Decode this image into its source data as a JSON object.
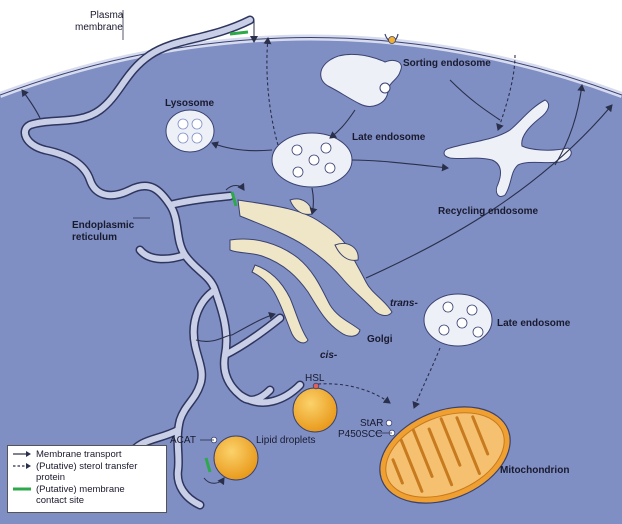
{
  "labels": {
    "plasma_membrane_1": "Plasma",
    "plasma_membrane_2": "membrane",
    "sorting_endosome": "Sorting endosome",
    "lysosome": "Lysosome",
    "late_endosome_top": "Late endosome",
    "recycling_endosome": "Recycling endosome",
    "er_1": "Endoplasmic",
    "er_2": "reticulum",
    "trans": "trans-",
    "golgi": "Golgi",
    "cis": "cis-",
    "late_endosome_bottom": "Late endosome",
    "hsl": "HSL",
    "star": "StAR",
    "p450scc": "P450SCC",
    "acat": "ACAT",
    "lipid_droplets": "Lipid droplets",
    "mitochondrion": "Mitochondrion"
  },
  "legend": {
    "membrane_transport": "Membrane transport",
    "sterol_transfer_1": "(Putative) sterol transfer",
    "sterol_transfer_2": "protein",
    "contact_site_1": "(Putative) membrane",
    "contact_site_2": "contact site"
  },
  "colors": {
    "cytoplasm": "#7f8fc4",
    "membrane": "#c9cfe6",
    "golgi": "#efe6c8",
    "lipid": "#f3b12f",
    "mito": "#f0a030",
    "contact": "#2da84a"
  }
}
